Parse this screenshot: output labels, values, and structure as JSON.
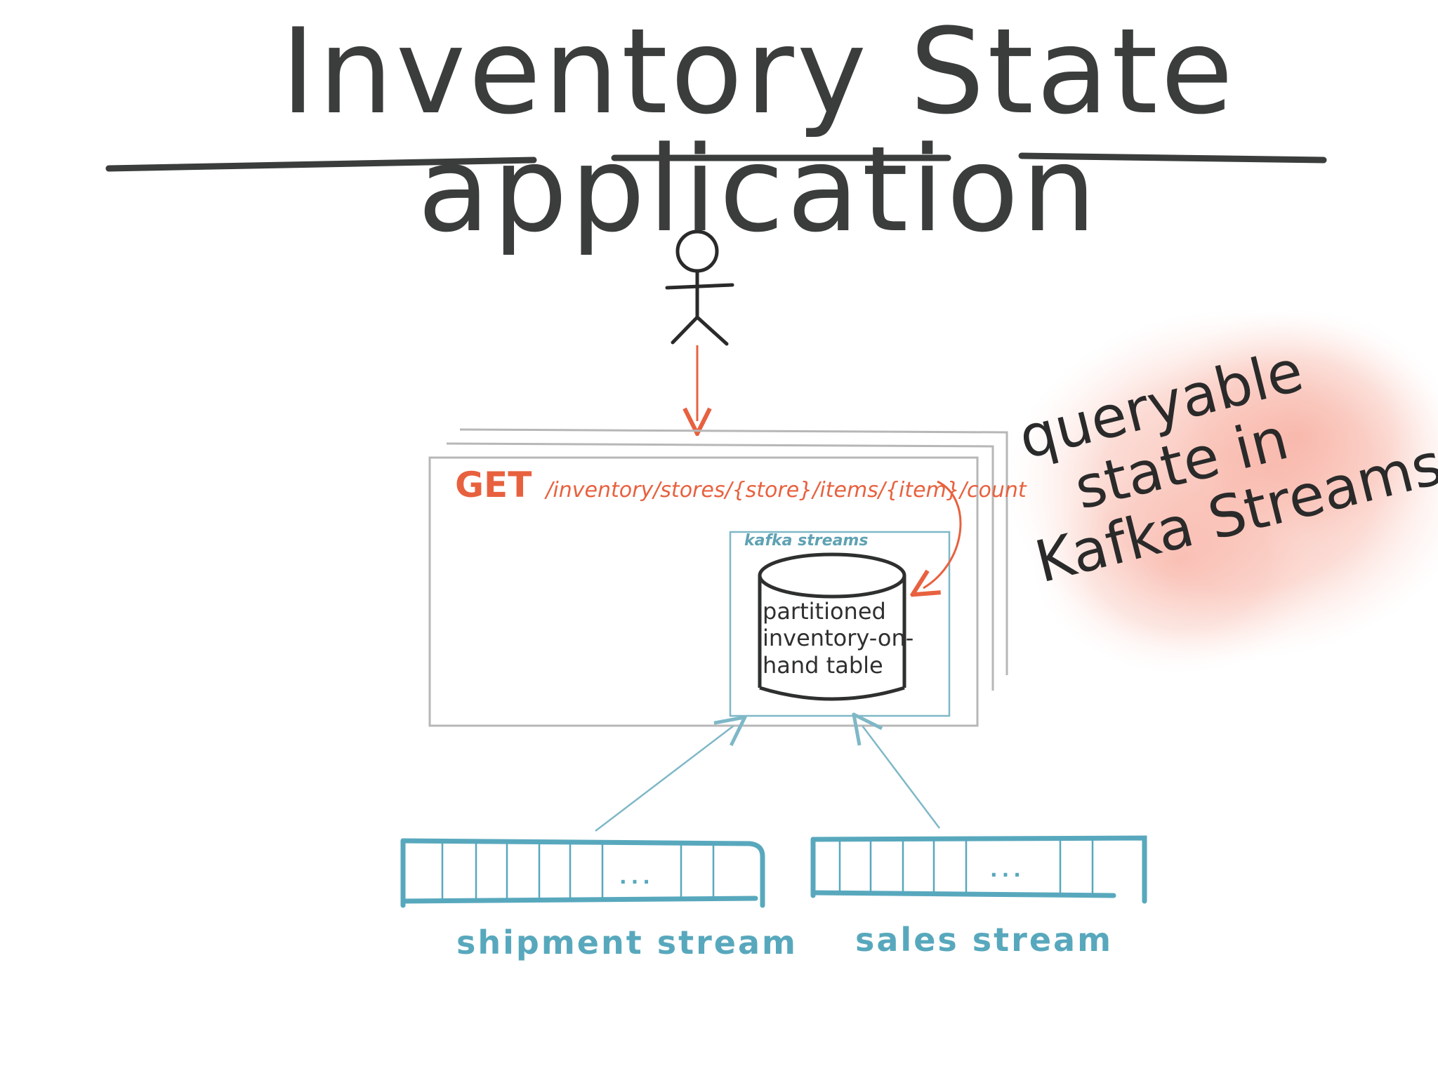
{
  "title": "Inventory State application",
  "request": {
    "method": "GET",
    "path": "/inventory/stores/{store}/items/{item}/count"
  },
  "kafka_streams_label": "kafka streams",
  "table": {
    "lines": [
      "partitioned",
      "inventory-on-",
      "hand  table"
    ]
  },
  "streams": {
    "shipment": "shipment stream",
    "sales": "sales stream",
    "ellipsis": "..."
  },
  "note": {
    "lines": [
      "queryable",
      "state in",
      "Kafka Streams"
    ],
    "highlight_color": "#f6b3a6"
  },
  "colors": {
    "ink": "#3a3d3c",
    "request": "#e8613f",
    "stream": "#58a8bd",
    "frame": "#b7b7b7"
  }
}
